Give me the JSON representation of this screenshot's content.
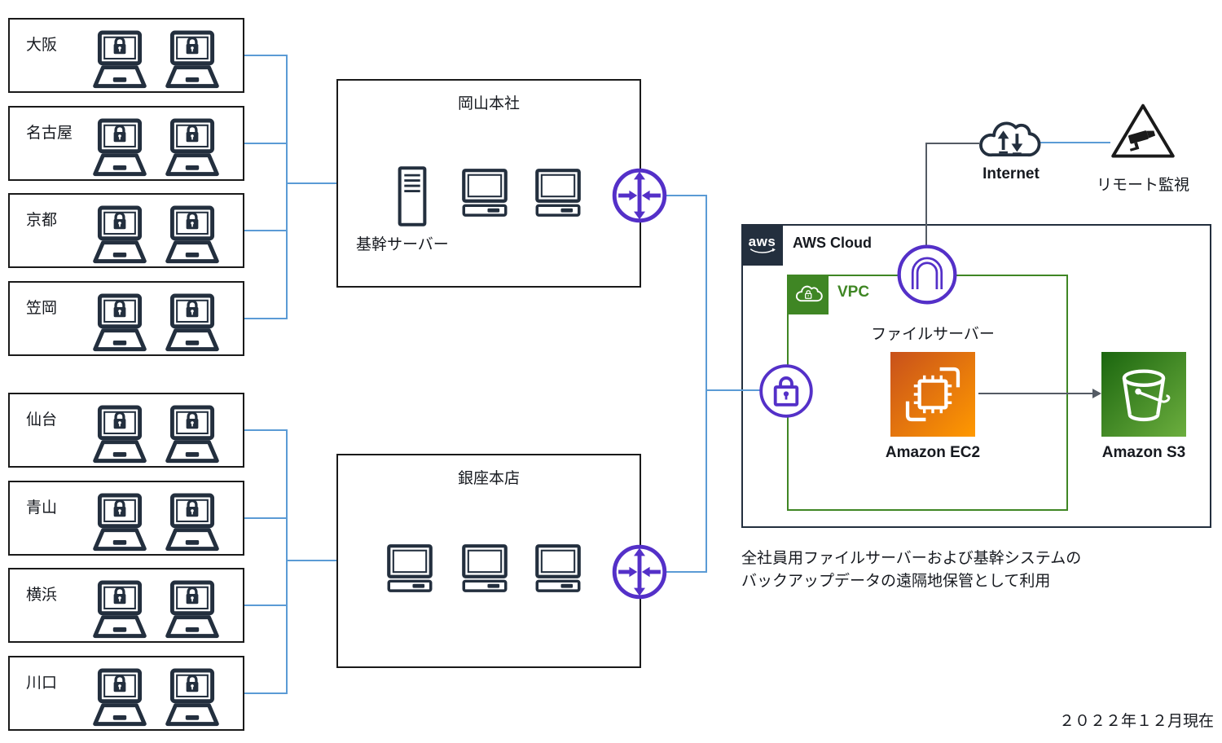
{
  "offices_top": [
    {
      "label": "大阪"
    },
    {
      "label": "名古屋"
    },
    {
      "label": "京都"
    },
    {
      "label": "笠岡"
    }
  ],
  "offices_bottom": [
    {
      "label": "仙台"
    },
    {
      "label": "青山"
    },
    {
      "label": "横浜"
    },
    {
      "label": "川口"
    }
  ],
  "okayama_hq": {
    "title": "岡山本社",
    "server_label": "基幹サーバー"
  },
  "ginza_store": {
    "title": "銀座本店"
  },
  "aws_cloud": {
    "logo_text": "aws",
    "label": "AWS Cloud",
    "vpc": {
      "label": "VPC",
      "file_server_label": "ファイルサーバー",
      "ec2_label": "Amazon EC2"
    },
    "s3_label": "Amazon S3"
  },
  "internet_label": "Internet",
  "remote_monitoring_label": "リモート監視",
  "note_line1": "全社員用ファイルサーバーおよび基幹システムの",
  "note_line2": "バックアップデータの遠隔地保管として利用",
  "date_note": "２０２２年１２月現在",
  "icons": {
    "laptop": "laptop-with-lock",
    "desktop": "desktop-pc",
    "server": "server-tower",
    "router": "router",
    "lock": "lock-badge",
    "gateway": "vpn-gateway",
    "internet": "internet-cloud",
    "camera": "surveillance-camera-sign",
    "ec2": "ec2-chip",
    "s3": "s3-bucket",
    "vpc": "vpc-cloud-lock"
  },
  "colors": {
    "connector_blue": "#5B9BD5",
    "purple": "#5430C8",
    "aws_navy": "#232F3E",
    "vpc_green": "#3F8624",
    "line_gray": "#545B64",
    "ec2_orange_start": "#C8511B",
    "ec2_orange_end": "#FF9900",
    "s3_green_start": "#1B660F",
    "s3_green_end": "#6CAE3E"
  }
}
